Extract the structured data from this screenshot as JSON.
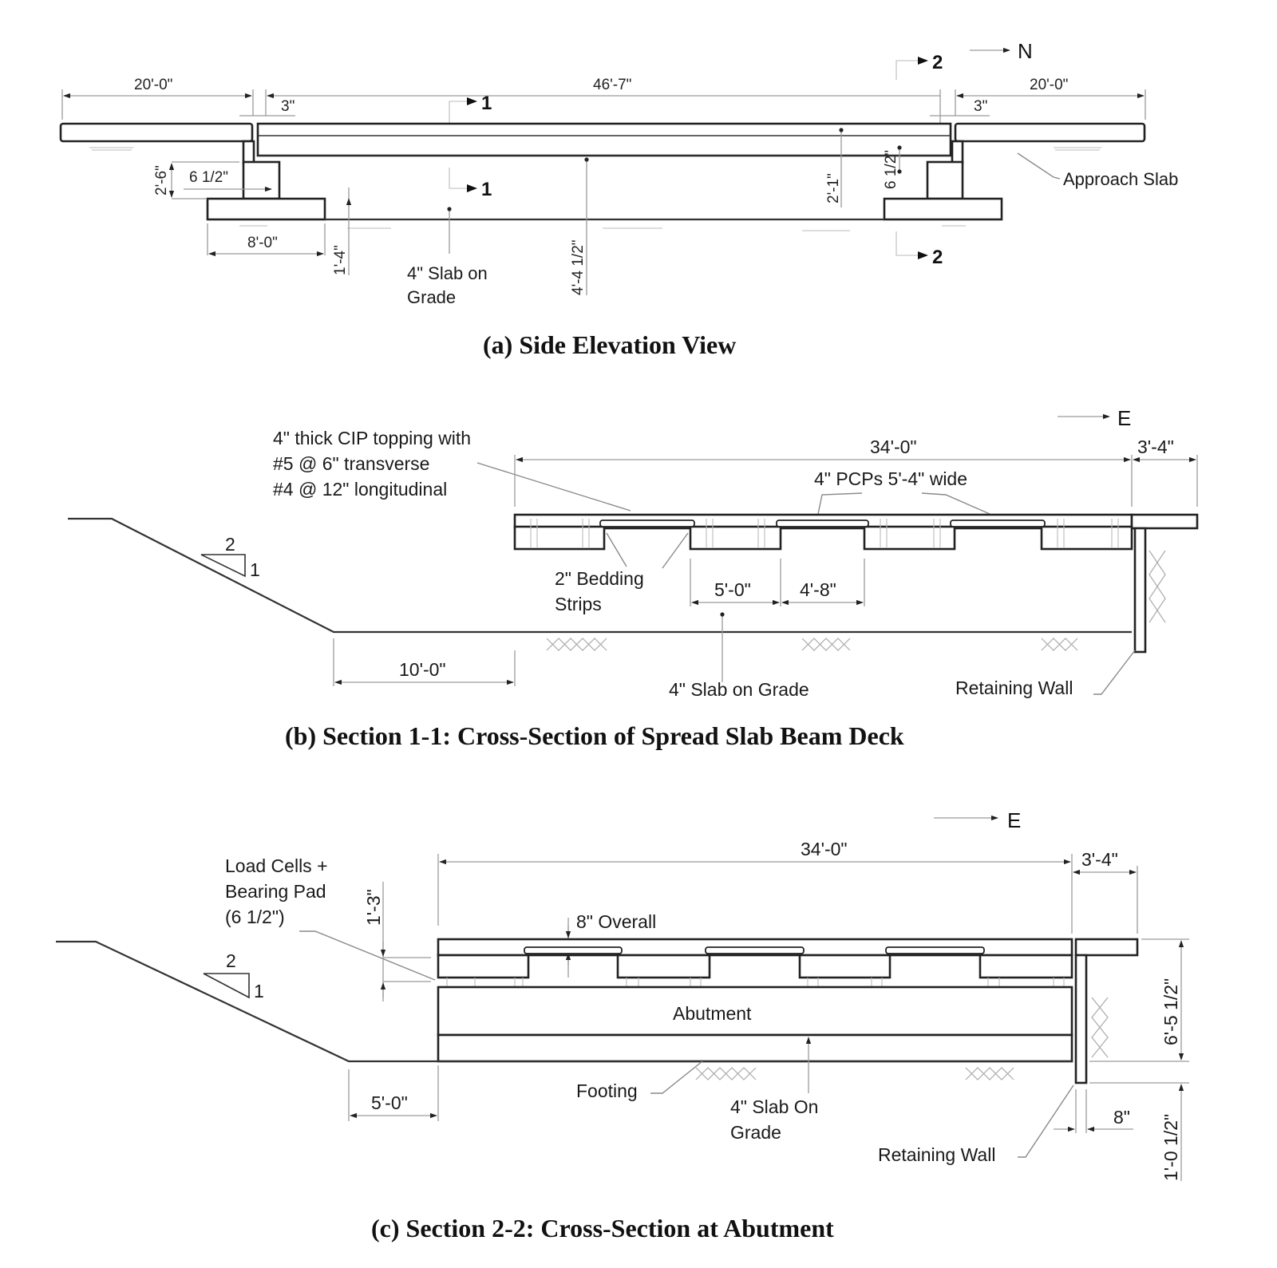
{
  "figure": {
    "panels": [
      {
        "id": "a",
        "caption": "(a)  Side Elevation View",
        "north_label": "N",
        "section_marks": {
          "s1_top": "1",
          "s1_bottom": "1",
          "s2_top": "2",
          "s2_bottom": "2"
        },
        "dimensions": {
          "left_approach": "20'-0\"",
          "span": "46'-7\"",
          "right_approach": "20'-0\"",
          "left_gap": "3\"",
          "right_gap": "3\"",
          "seat_height": "2'-6\"",
          "bearing_left": "6 1/2\"",
          "bearing_right": "6 1/2\"",
          "footing_width": "8'-0\"",
          "footing_depth": "1'-4\"",
          "clear_height": "4'-4 1/2\"",
          "beam_depth": "2'-1\""
        },
        "labels": {
          "approach_slab": "Approach Slab",
          "slab_on_grade_1": "4\" Slab on",
          "slab_on_grade_2": "Grade"
        }
      },
      {
        "id": "b",
        "caption": "(b)  Section 1-1: Cross-Section of Spread Slab Beam Deck",
        "east_label": "E",
        "dimensions": {
          "deck_width": "34'-0\"",
          "overhang": "3'-4\"",
          "beam_width": "5'-0\"",
          "beam_gap": "4'-8\"",
          "setback": "10'-0\""
        },
        "labels": {
          "topping_1": "4\" thick CIP topping with",
          "topping_2": "#5 @ 6\" transverse",
          "topping_3": "#4 @ 12\" longitudinal",
          "pcps": "4\" PCPs 5'-4\" wide",
          "bedding_1": "2\" Bedding",
          "bedding_2": "Strips",
          "slab_on_grade": "4\" Slab on Grade",
          "retaining_wall": "Retaining Wall",
          "slope_run": "2",
          "slope_rise": "1"
        }
      },
      {
        "id": "c",
        "caption": "(c)  Section 2-2: Cross-Section at Abutment",
        "east_label": "E",
        "dimensions": {
          "deck_width": "34'-0\"",
          "overhang": "3'-4\"",
          "bearing_height": "1'-3\"",
          "overall": "8\" Overall",
          "setback": "5'-0\"",
          "wall_height": "6'-5 1/2\"",
          "wall_embed": "1'-0 1/2\"",
          "wall_thickness": "8\""
        },
        "labels": {
          "load_cells_1": "Load Cells +",
          "load_cells_2": "Bearing Pad",
          "load_cells_3": "(6 1/2\")",
          "abutment": "Abutment",
          "footing": "Footing",
          "slab_on_grade_1": "4\" Slab On",
          "slab_on_grade_2": "Grade",
          "retaining_wall": "Retaining Wall",
          "slope_run": "2",
          "slope_rise": "1"
        }
      }
    ]
  }
}
